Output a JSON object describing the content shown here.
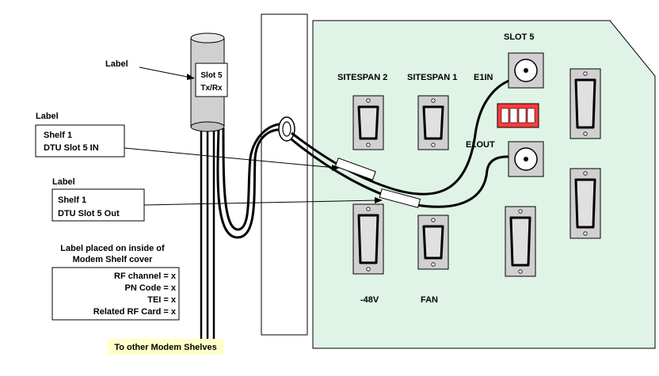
{
  "labels": {
    "label_top": "Label",
    "label_mid": "Label",
    "label_low": "Label",
    "connector_line1": "Slot 5",
    "connector_line2": "Tx/Rx",
    "in_label_line1": "Shelf 1",
    "in_label_line2": "DTU Slot 5 IN",
    "out_label_line1": "Shelf 1",
    "out_label_line2": "DTU Slot 5 Out",
    "cover_title_line1": "Label placed on inside of",
    "cover_title_line2": "Modem Shelf cover",
    "cover_rows": [
      "RF channel = x",
      "PN Code = x",
      "TEI = x",
      "Related RF Card = x"
    ],
    "bottom_note": "To other Modem Shelves"
  },
  "panel": {
    "sitespan2": "SITESPAN 2",
    "sitespan1": "SITESPAN 1",
    "e1in": "E1IN",
    "slot5": "SLOT 5",
    "e1out": "E1OUT",
    "minus48v": "-48V",
    "fan": "FAN"
  },
  "colors": {
    "panel_fill": "#dff3e6",
    "dip_switch": "#ff3b3b",
    "bottom_note_bg": "#ffffc8"
  }
}
